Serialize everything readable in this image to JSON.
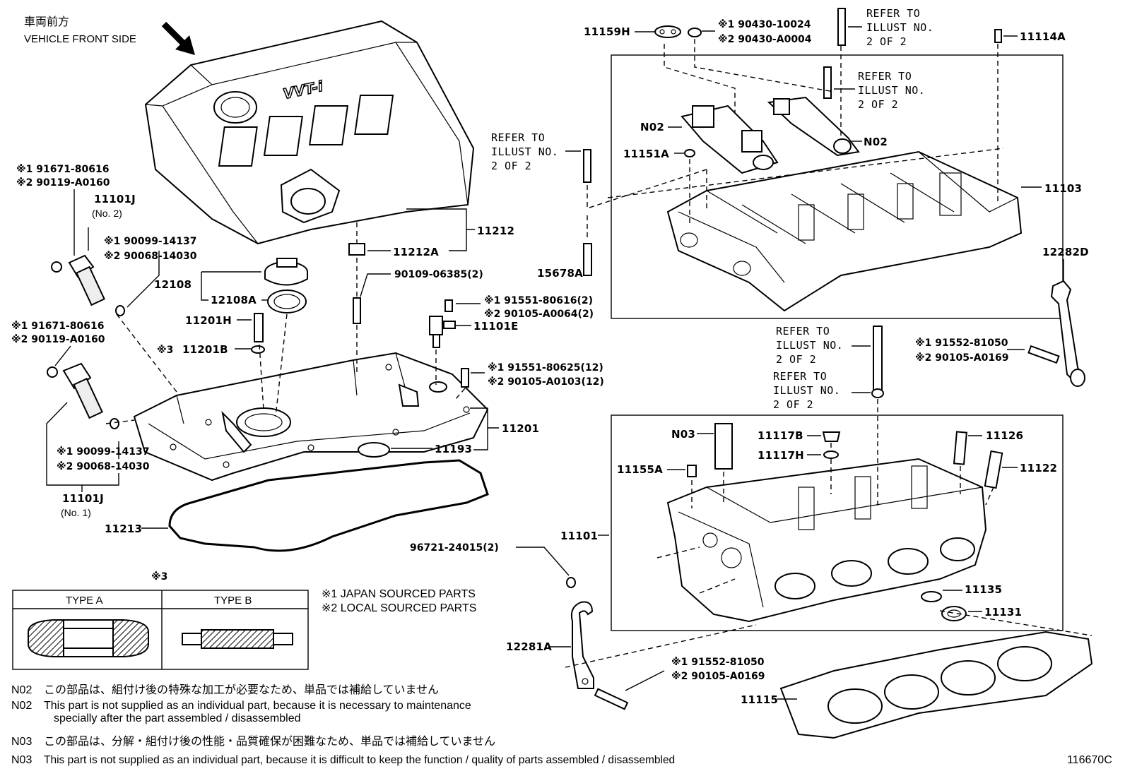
{
  "header": {
    "front_jp": "車両前方",
    "front_en": "VEHICLE FRONT SIDE"
  },
  "labels": {
    "p11212": "11212",
    "p11212A": "11212A",
    "p12108": "12108",
    "p12108A": "12108A",
    "p11201H": "11201H",
    "p11201B": "11201B",
    "p11201B_mark": "※3",
    "p11201": "11201",
    "p11193": "11193",
    "p11213": "11213",
    "p11101E": "11101E",
    "p90109": "90109-06385(2)",
    "p11101J_no2": "11101J",
    "p11101J_no2_sub": "(No. 2)",
    "p11101J_no1": "11101J",
    "p11101J_no1_sub": "(No. 1)",
    "bolt_a1": "※1 91671-80616",
    "bolt_a2": "※2 90119-A0160",
    "ring_a1": "※1  90099-14137",
    "ring_a2": "※2  90068-14030",
    "bolt_b1": "※1 91671-80616",
    "bolt_b2": "※2 90119-A0160",
    "ring_b1": "※1 90099-14137",
    "ring_b2": "※2 90068-14030",
    "sensor_bolt1": "※1  91551-80616(2)",
    "sensor_bolt2": "※2  90105-A0064(2)",
    "cover_bolt1": "※1  91551-80625(12)",
    "cover_bolt2": "※2  90105-A0103(12)",
    "p96721": "96721-24015(2)",
    "p11159H": "11159H",
    "nut1": "※1  90430-10024",
    "nut2": "※2  90430-A0004",
    "ref1": [
      "REFER TO",
      "ILLUST NO.",
      "2 OF 2"
    ],
    "ref2": [
      "REFER TO",
      "ILLUST NO.",
      "2 OF 2"
    ],
    "ref3": [
      "REFER TO",
      "ILLUST NO.",
      "2 OF 2"
    ],
    "ref4": [
      "REFER TO",
      "ILLUST NO.",
      "2 OF 2"
    ],
    "ref5": [
      "REFER TO",
      "ILLUST NO.",
      "2 OF 2"
    ],
    "p11114A": "11114A",
    "N02a": "N02",
    "N02b": "N02",
    "p11151A": "11151A",
    "p11103": "11103",
    "p15678A": "15678A",
    "p12282D": "12282D",
    "bracket_bolt1": "※1 91552-81050",
    "bracket_bolt2": "※2 90105-A0169",
    "N03": "N03",
    "p11117B": "11117B",
    "p11117H": "11117H",
    "p11155A": "11155A",
    "p11126": "11126",
    "p11122": "11122",
    "p11101": "11101",
    "p11135": "11135",
    "p11131": "11131",
    "p12281A": "12281A",
    "hook_bolt1": "※1 91552-81050",
    "hook_bolt2": "※2 90105-A0169",
    "p11115": "11115"
  },
  "type_box": {
    "mark": "※3",
    "type_a": "TYPE A",
    "type_b": "TYPE B"
  },
  "legend": {
    "item1": "※1  JAPAN SOURCED PARTS",
    "item2": "※2  LOCAL SOURCED PARTS"
  },
  "notes": {
    "n02_code_jp": "N02",
    "n02_jp": "この部品は、組付け後の特殊な加工が必要なため、単品では補給していません",
    "n02_code_en": "N02",
    "n02_en_1": "This part is not supplied as an individual part, because it is necessary to maintenance",
    "n02_en_2": "specially after the part assembled / disassembled",
    "n03_code_jp": "N03",
    "n03_jp": "この部品は、分解・組付け後の性能・品質確保が困難なため、単品では補給していません",
    "n03_code_en": "N03",
    "n03_en": "This part is not supplied as an individual part, because it is difficult to keep the function / quality of parts  assembled / disassembled"
  },
  "illustration_number": "116670C",
  "cover_emblem": "VVT-i"
}
